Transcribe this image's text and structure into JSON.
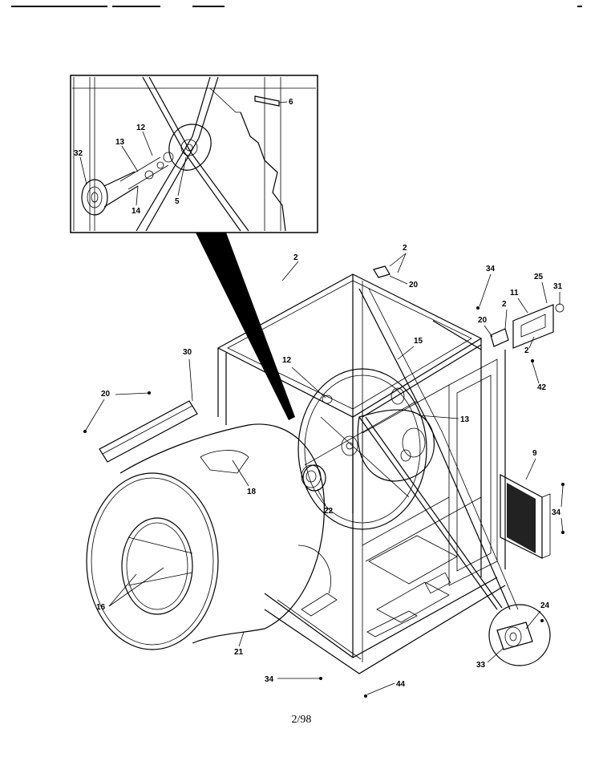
{
  "footer": {
    "page_number": "2/98"
  },
  "callouts": {
    "inset": {
      "c6": "6",
      "c12": "12",
      "c13": "13",
      "c32": "32",
      "c14": "14",
      "c5": "5"
    },
    "main": {
      "c2_top_left": "2",
      "c2_top_right": "2",
      "c20_top": "20",
      "c34_top": "34",
      "c11": "11",
      "c25": "25",
      "c31": "31",
      "c2_mid": "2",
      "c20_right": "20",
      "c2_right_lower": "2",
      "c42": "42",
      "c30": "30",
      "c20_left": "20",
      "c12": "12",
      "c15_top": "15",
      "c13": "13",
      "c9": "9",
      "c18": "18",
      "c22": "22",
      "c34_right": "34",
      "c16": "16",
      "c21": "21",
      "c24": "24",
      "c33": "33",
      "c34_bottom": "34",
      "c44": "44"
    }
  }
}
